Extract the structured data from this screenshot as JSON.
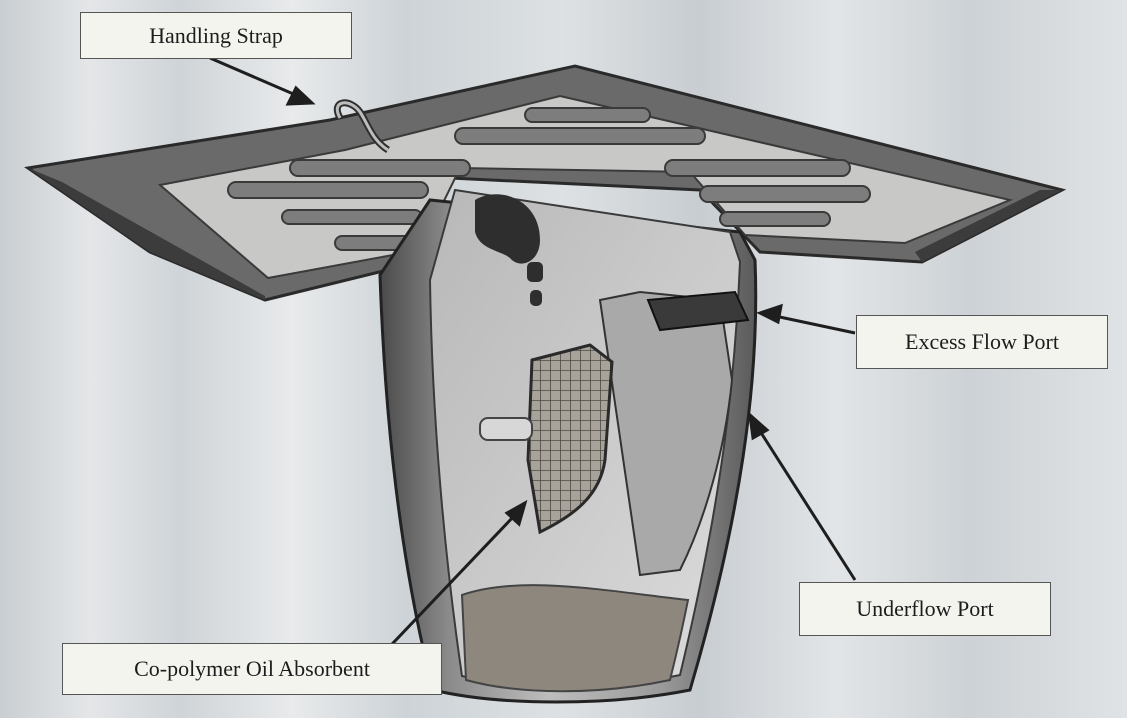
{
  "labels": {
    "handling_strap": "Handling Strap",
    "excess_flow_port": "Excess Flow Port",
    "underflow_port": "Underflow Port",
    "copolymer_absorbent": "Co-polymer Oil Absorbent"
  }
}
